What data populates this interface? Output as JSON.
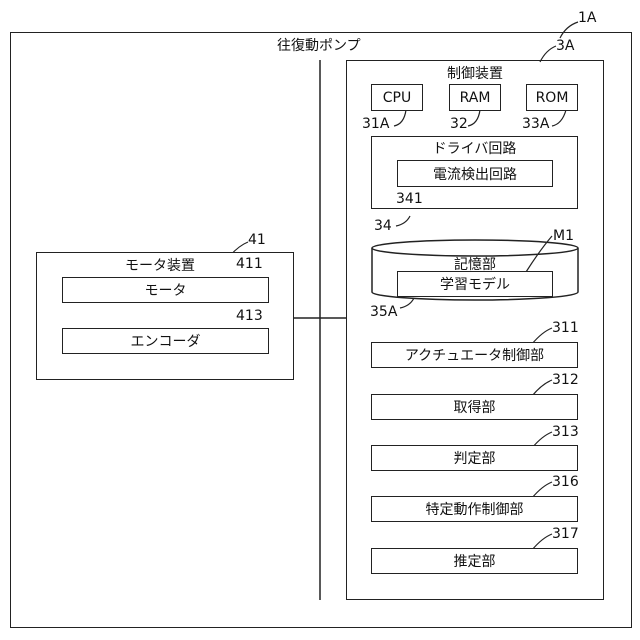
{
  "system": {
    "ref": "1A",
    "title": "往復動ポンプ"
  },
  "controller": {
    "ref": "3A",
    "title": "制御装置",
    "cpu": {
      "label": "CPU",
      "ref": "31A"
    },
    "ram": {
      "label": "RAM",
      "ref": "32"
    },
    "rom": {
      "label": "ROM",
      "ref": "33A"
    },
    "driver": {
      "ref": "34",
      "title": "ドライバ回路",
      "detector": {
        "label": "電流検出回路",
        "ref": "341"
      }
    },
    "storage": {
      "ref": "35A",
      "title": "記憶部",
      "model": {
        "label": "学習モデル",
        "ref": "M1"
      }
    },
    "units": [
      {
        "label": "アクチュエータ制御部",
        "ref": "311"
      },
      {
        "label": "取得部",
        "ref": "312"
      },
      {
        "label": "判定部",
        "ref": "313"
      },
      {
        "label": "特定動作制御部",
        "ref": "316"
      },
      {
        "label": "推定部",
        "ref": "317"
      }
    ]
  },
  "motor_device": {
    "ref": "41",
    "title": "モータ装置",
    "motor": {
      "label": "モータ",
      "ref": "411"
    },
    "encoder": {
      "label": "エンコーダ",
      "ref": "413"
    }
  }
}
